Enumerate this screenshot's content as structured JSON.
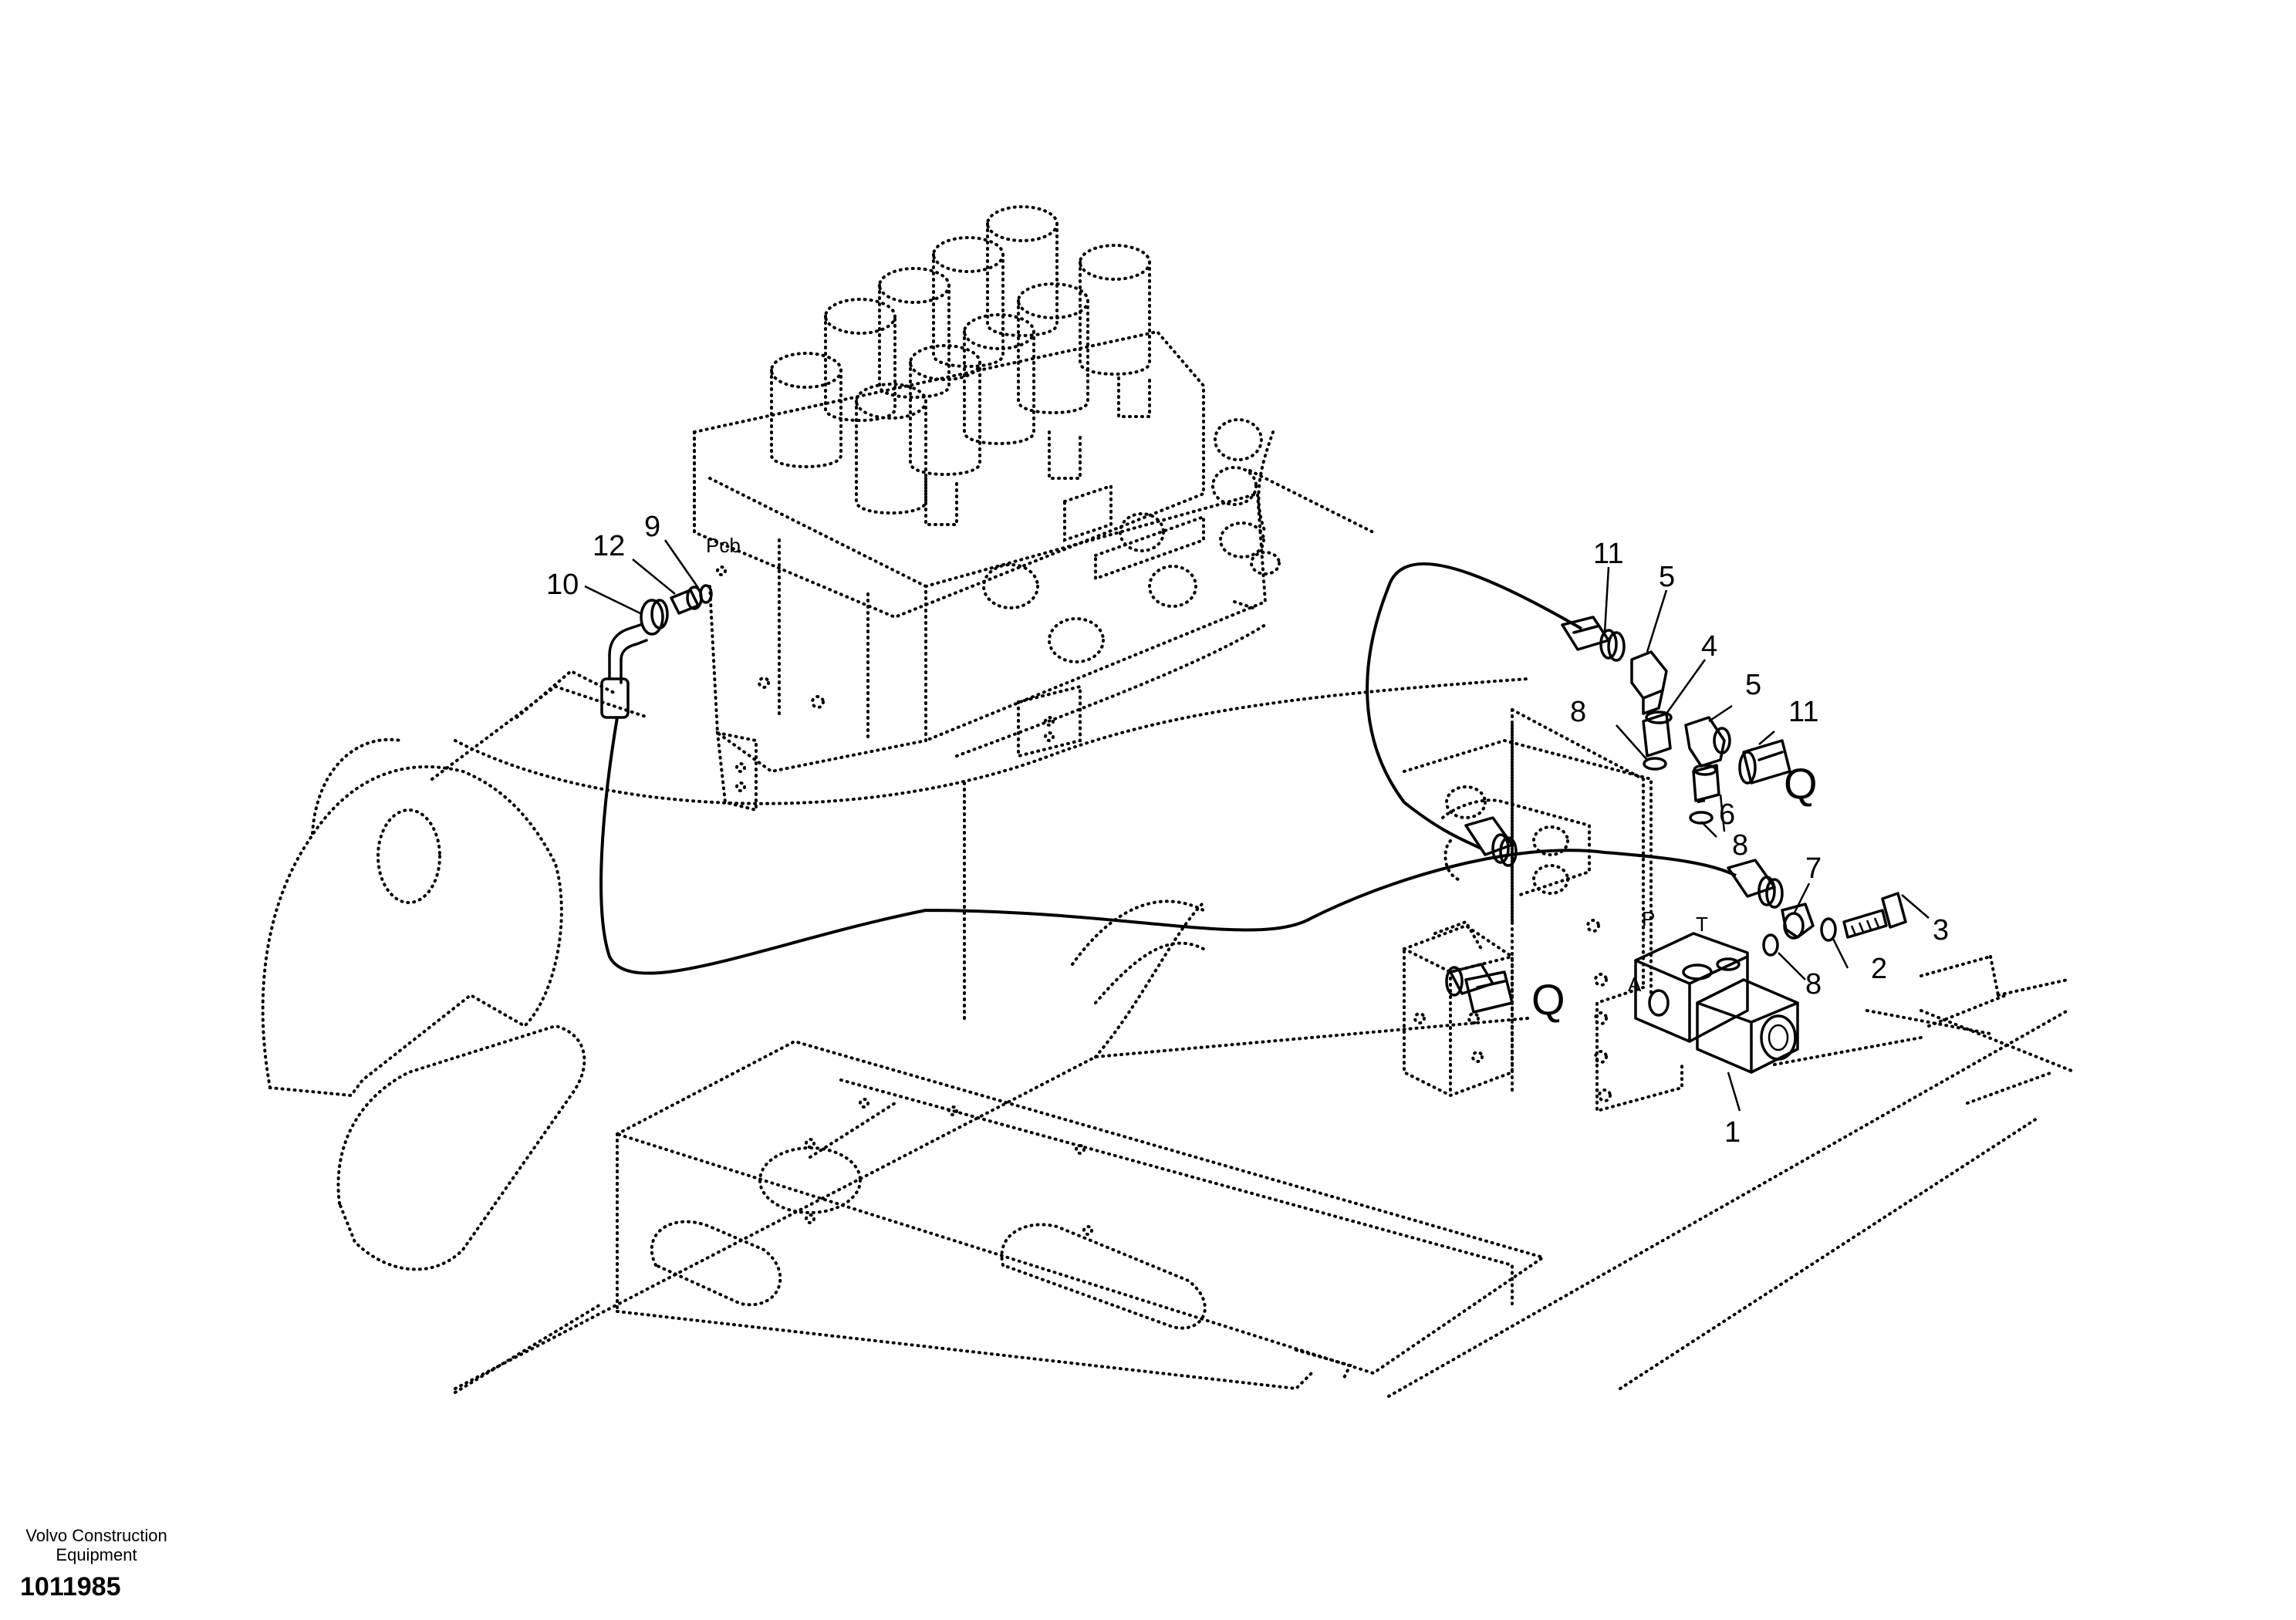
{
  "footer": {
    "brand_line1": "Volvo Construction",
    "brand_line2": "Equipment",
    "part_number": "1011985"
  },
  "port_labels": {
    "pcb": "Pcb",
    "q_upper": "Q",
    "q_lower": "Q",
    "p": "P",
    "t": "T",
    "a": "A"
  },
  "callouts": {
    "c1": "1",
    "c2": "2",
    "c3": "3",
    "c4": "4",
    "c5a": "5",
    "c5b": "5",
    "c6": "6",
    "c7": "7",
    "c8a": "8",
    "c8b": "8",
    "c8c": "8",
    "c9": "9",
    "c10": "10",
    "c11a": "11",
    "c11b": "11",
    "c12": "12"
  }
}
